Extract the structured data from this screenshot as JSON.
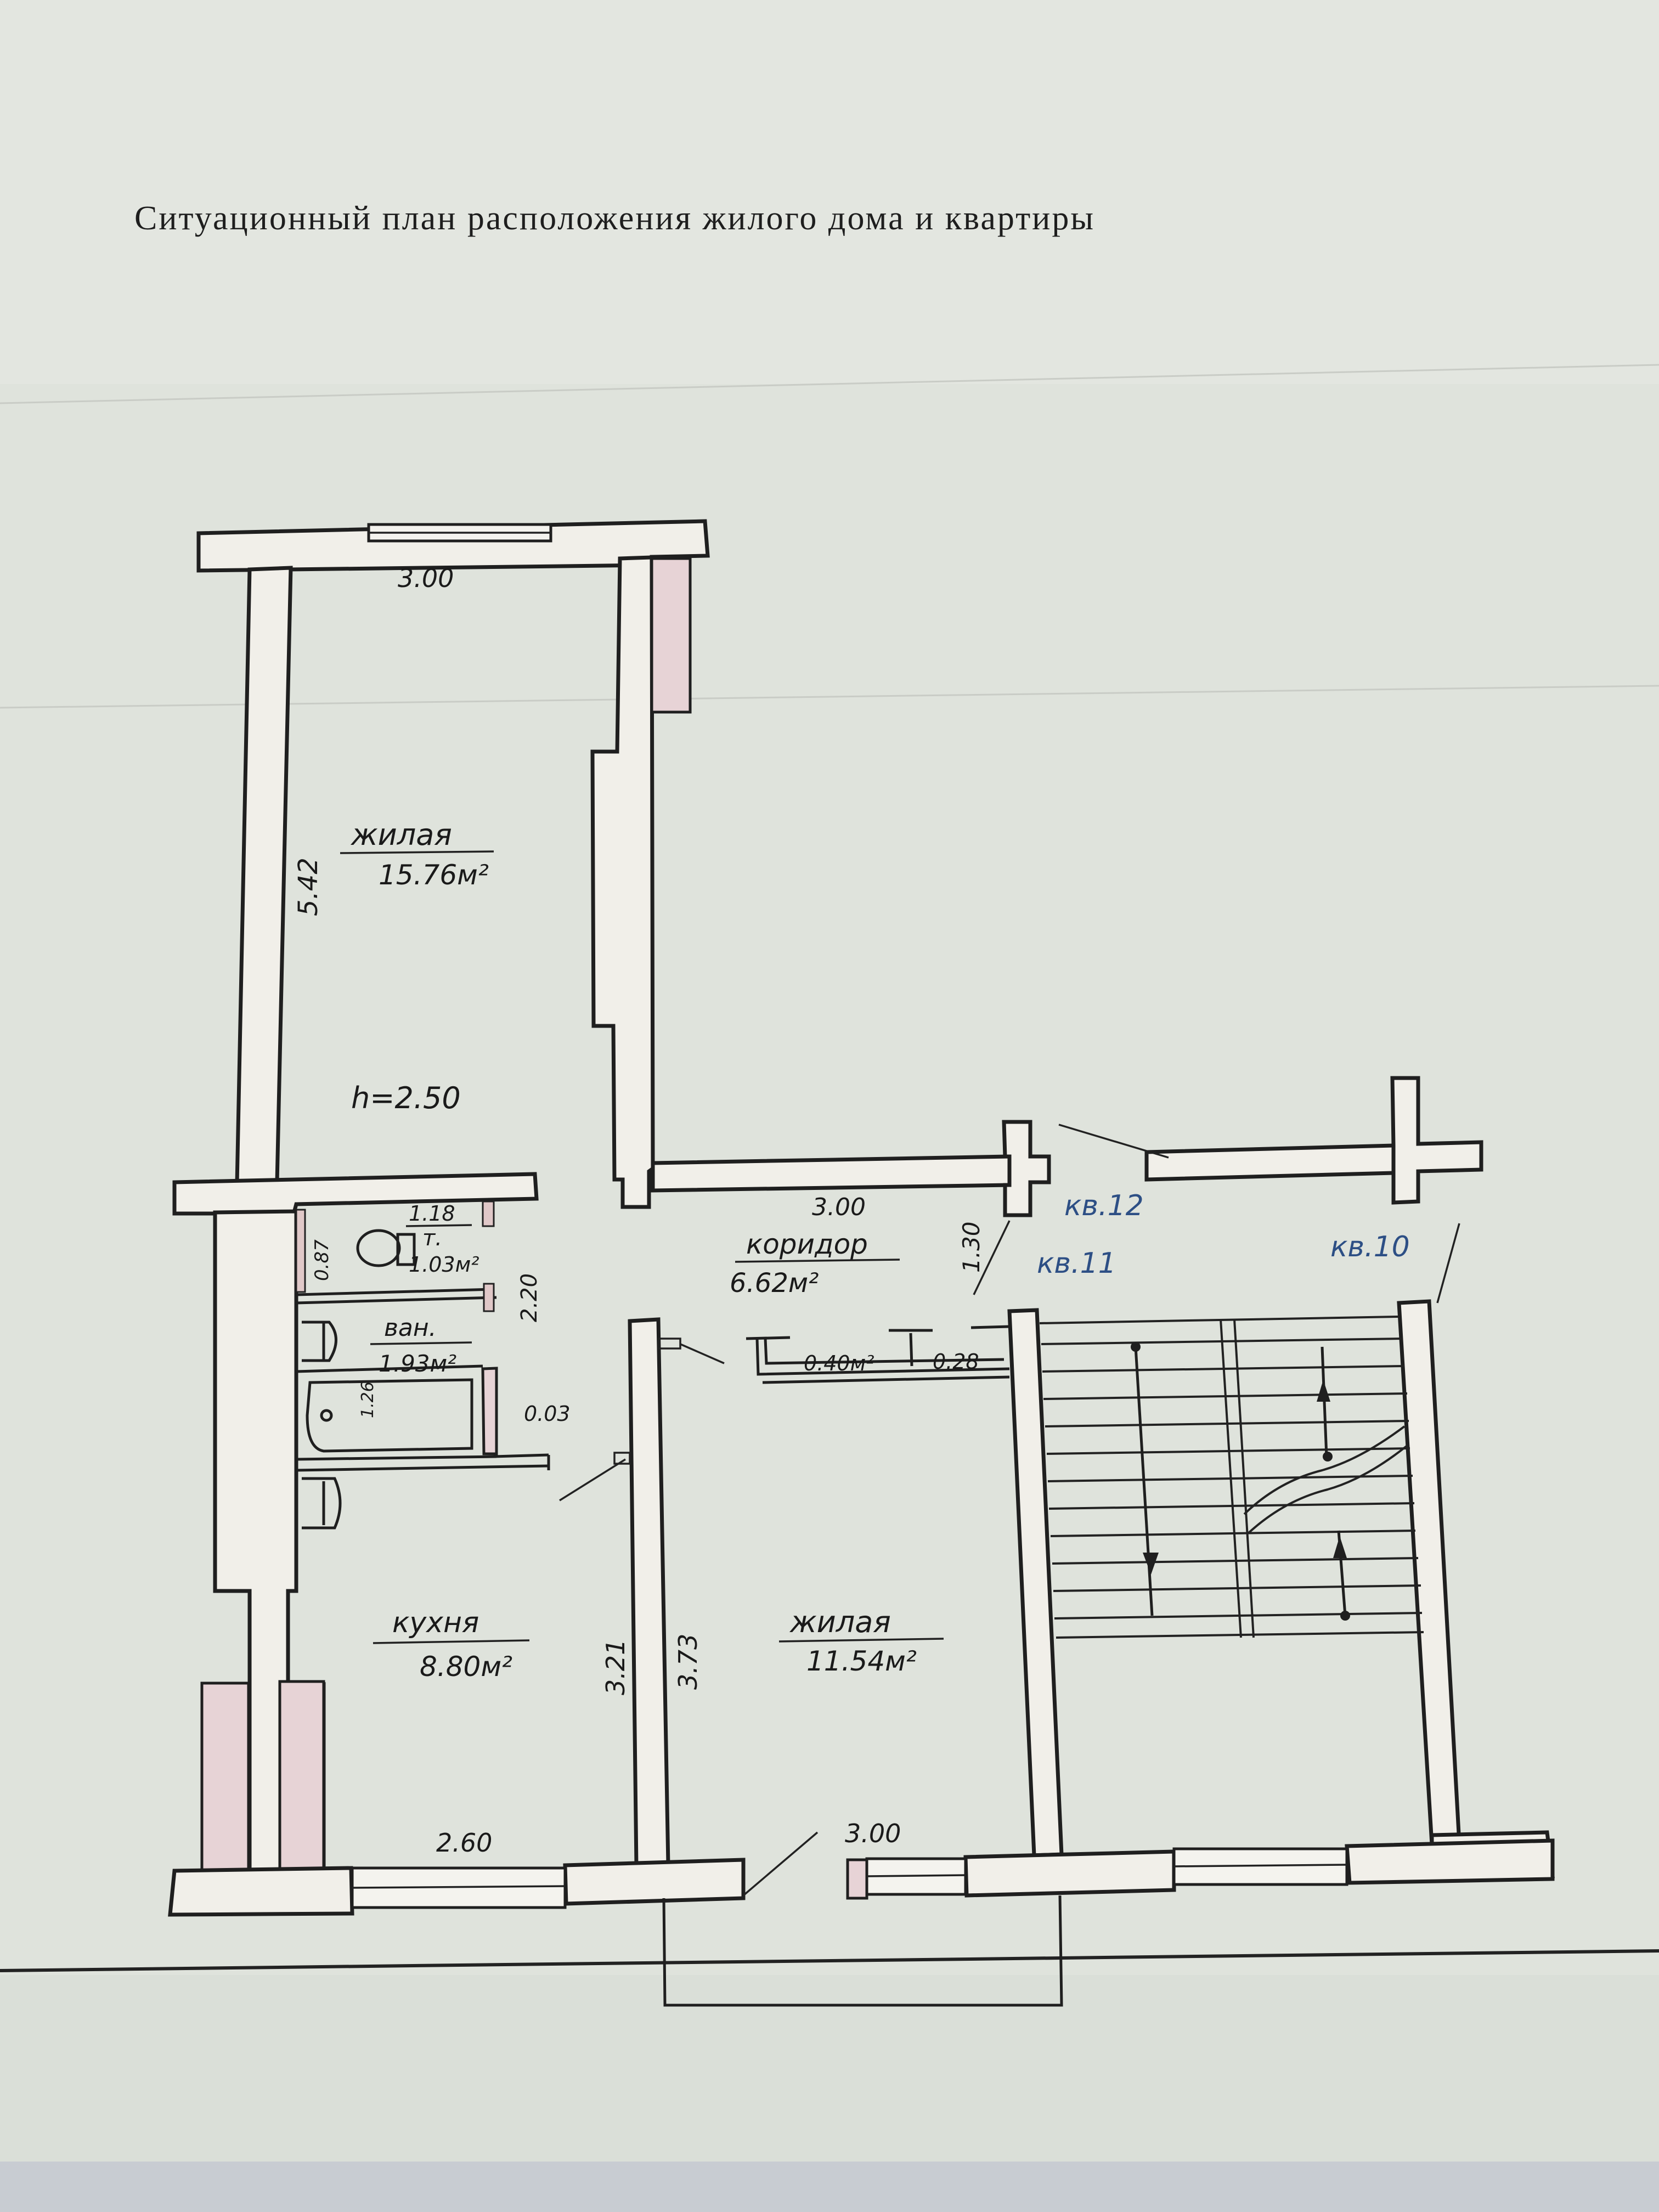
{
  "title": "Ситуационный план расположения жилого дома и квартиры",
  "rooms": {
    "living_top": {
      "name": "жилая",
      "area": "15.76м²"
    },
    "corridor": {
      "name": "коридор",
      "area": "6.62м²"
    },
    "toilet": {
      "name": "т.",
      "area": "1.03м²"
    },
    "bath": {
      "name": "ван.",
      "area": "1.93м²"
    },
    "kitchen": {
      "name": "кухня",
      "area": "8.80м²"
    },
    "living_bottom": {
      "name": "жилая",
      "area": "11.54м²"
    },
    "closet1": {
      "area": "0.40м²"
    },
    "closet2": {
      "area": "0.28"
    }
  },
  "dimensions": {
    "top_width": "3.00",
    "top_length": "5.42",
    "ceiling_height": "h=2.50",
    "corridor_width": "3.00",
    "corridor_depth": "1.30",
    "toilet_width": "1.18",
    "toilet_depth": "0.87",
    "bath_length": "2.20",
    "bath_width": "1.26",
    "bath_offset": "0.03",
    "kitchen_length": "3.21",
    "kitchen_width": "2.60",
    "living_bottom_length": "3.73",
    "living_bottom_width": "3.00"
  },
  "apartments": {
    "kv12": "кв.12",
    "kv11": "кв.11",
    "kv10": "кв.10"
  }
}
